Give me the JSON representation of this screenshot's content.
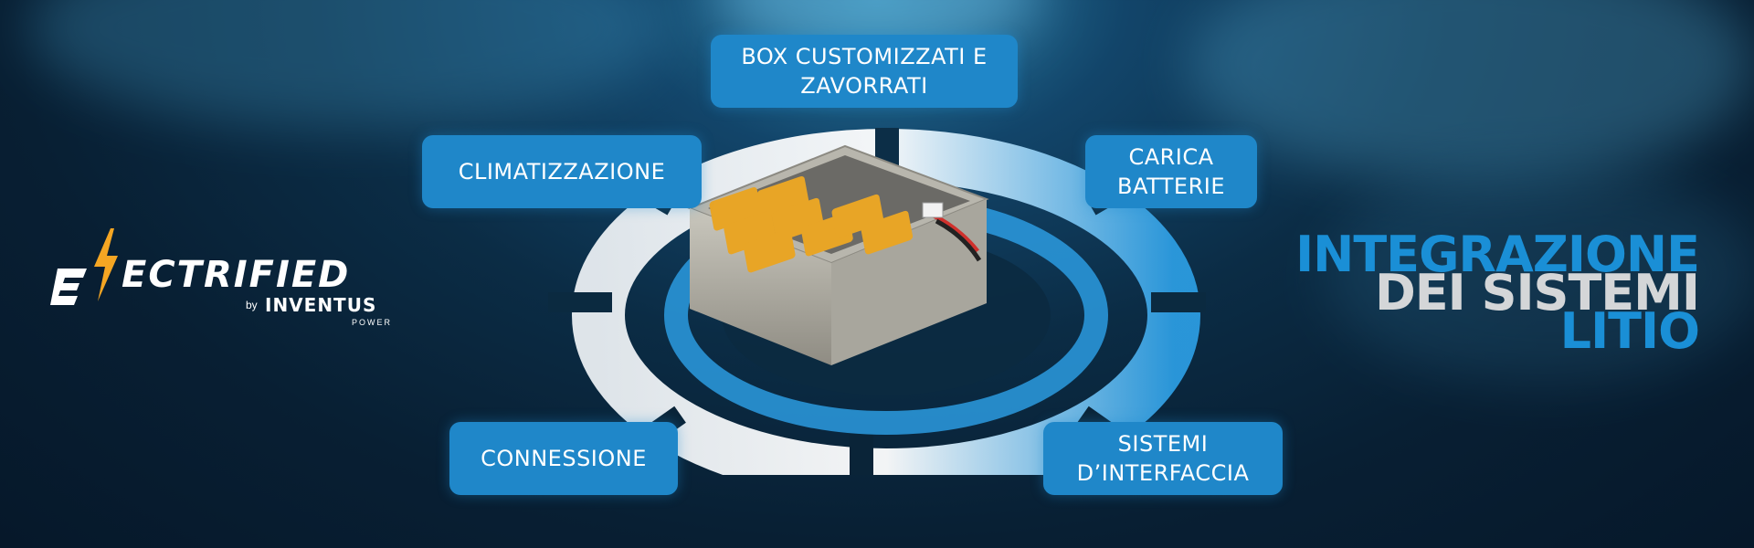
{
  "logo": {
    "wordmark": "ECTRIFIED",
    "by": "by",
    "company": "INVENTUS",
    "division": "POWER",
    "bolt_icon": "lightning-bolt-icon",
    "bolt_color": "#f5a623"
  },
  "labels": {
    "box": "BOX CUSTOMIZZATI E ZAVORRATI",
    "climatizzazione": "CLIMATIZZAZIONE",
    "carica": "CARICA BATTERIE",
    "connessione": "CONNESSIONE",
    "sistemi": "SISTEMI D’INTERFACCIA"
  },
  "headline": {
    "line1": "INTEGRAZIONE",
    "line2": "DEI SISTEMI",
    "line3": "LITIO"
  },
  "colors": {
    "accent_blue": "#1f87c9",
    "headline_blue": "#1a8fd6",
    "headline_gray": "#d4d6d8",
    "battery_orange": "#e8a526"
  }
}
